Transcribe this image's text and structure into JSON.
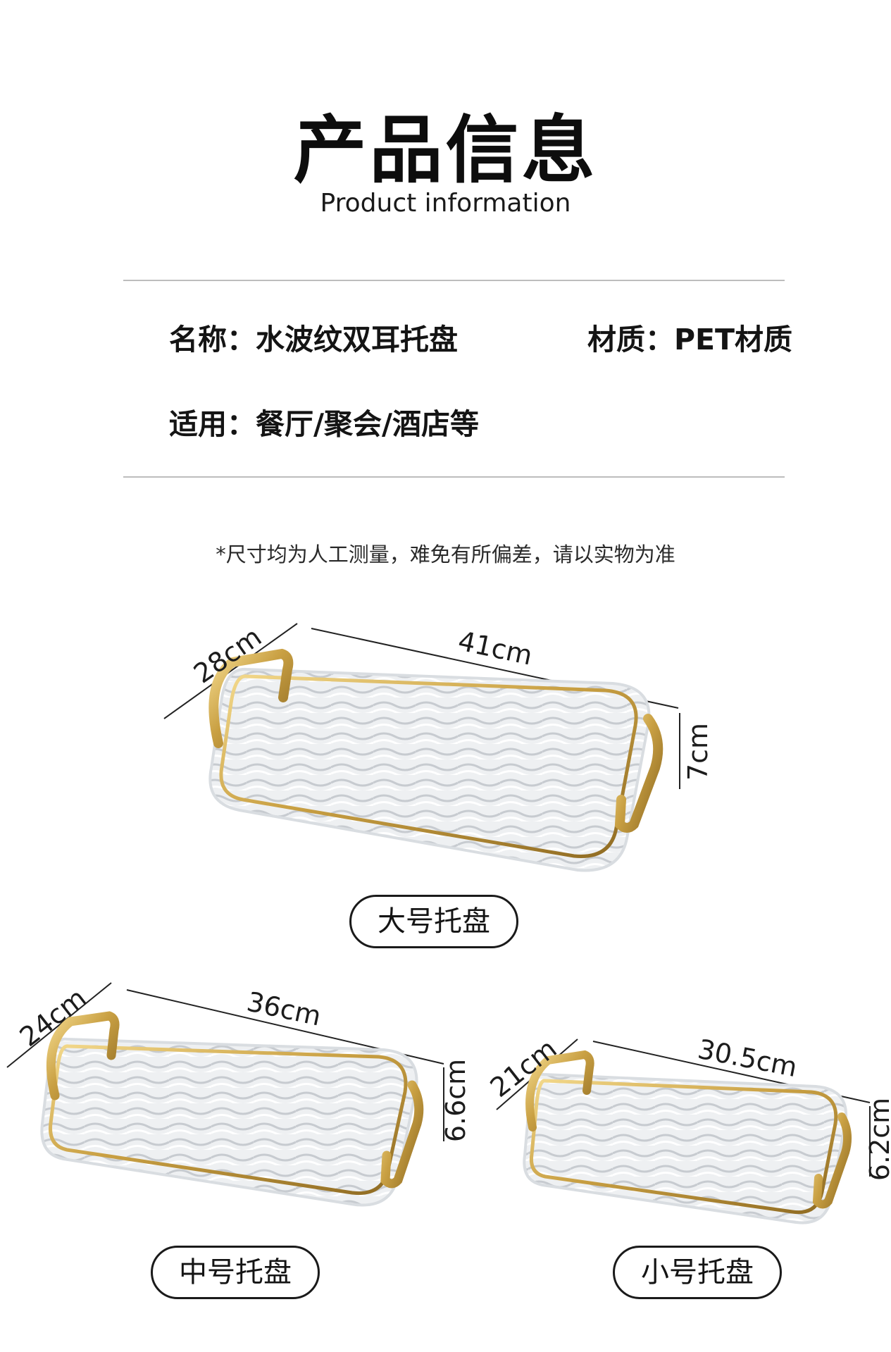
{
  "header": {
    "title": "产品信息",
    "subtitle": "Product information"
  },
  "info": {
    "name": "名称：水波纹双耳托盘",
    "material": "材质：PET材质",
    "usage": "适用：餐厅/聚会/酒店等"
  },
  "note": "*尺寸均为人工测量，难免有所偏差，请以实物为准",
  "trays": {
    "large": {
      "label": "大号托盘",
      "width": "28cm",
      "length": "41cm",
      "height": "7cm"
    },
    "medium": {
      "label": "中号托盘",
      "width": "24cm",
      "length": "36cm",
      "height": "6.6cm"
    },
    "small": {
      "label": "小号托盘",
      "width": "21cm",
      "length": "30.5cm",
      "height": "6.2cm"
    }
  },
  "colors": {
    "gold": "#c9a043",
    "line": "#bdbdbd",
    "text": "#141414"
  }
}
